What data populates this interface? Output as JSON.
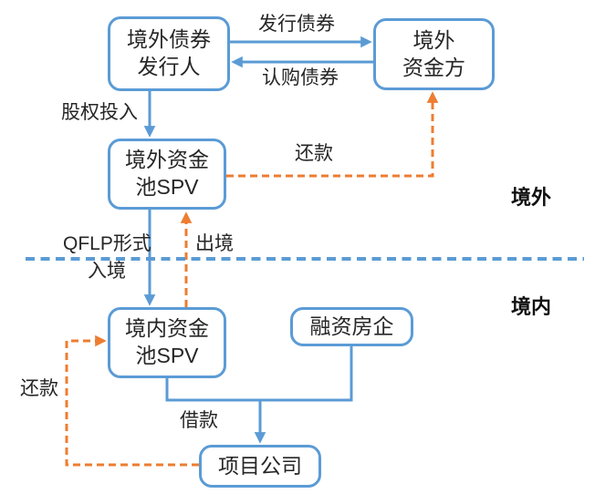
{
  "colors": {
    "line_blue": "#5B9BD5",
    "line_orange": "#ED7D31",
    "text": "#262626"
  },
  "regions": {
    "offshore": "境外",
    "onshore": "境内"
  },
  "nodes": {
    "offshore_bond_issuer": {
      "label": "境外债券\n发行人"
    },
    "offshore_funder": {
      "label": "境外\n资金方"
    },
    "offshore_pool_spv": {
      "label": "境外资金\n池SPV"
    },
    "onshore_pool_spv": {
      "label": "境内资金\n池SPV"
    },
    "financing_developer": {
      "label": "融资房企"
    },
    "project_company": {
      "label": "项目公司"
    }
  },
  "edge_labels": {
    "issue_bonds": "发行债券",
    "subscribe_bonds": "认购债券",
    "equity_injection": "股权投入",
    "repayment_offshore": "还款",
    "qflp_entry_line1": "QFLP形式",
    "qflp_entry_line2": "入境",
    "outbound": "出境",
    "loan": "借款",
    "repayment_onshore": "还款"
  }
}
